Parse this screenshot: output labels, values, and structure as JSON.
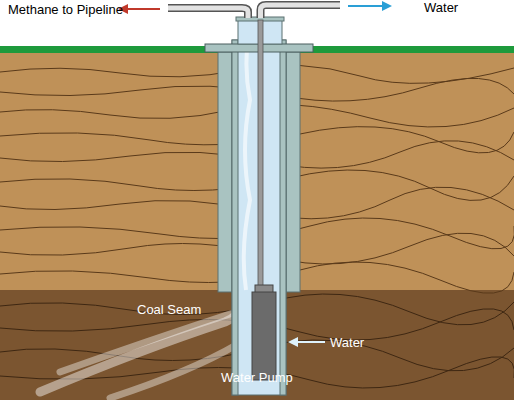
{
  "diagram": {
    "labels": [
      "Methane to Pipeline",
      "Water",
      "Coal Seam",
      "Water",
      "Water Pump"
    ]
  }
}
